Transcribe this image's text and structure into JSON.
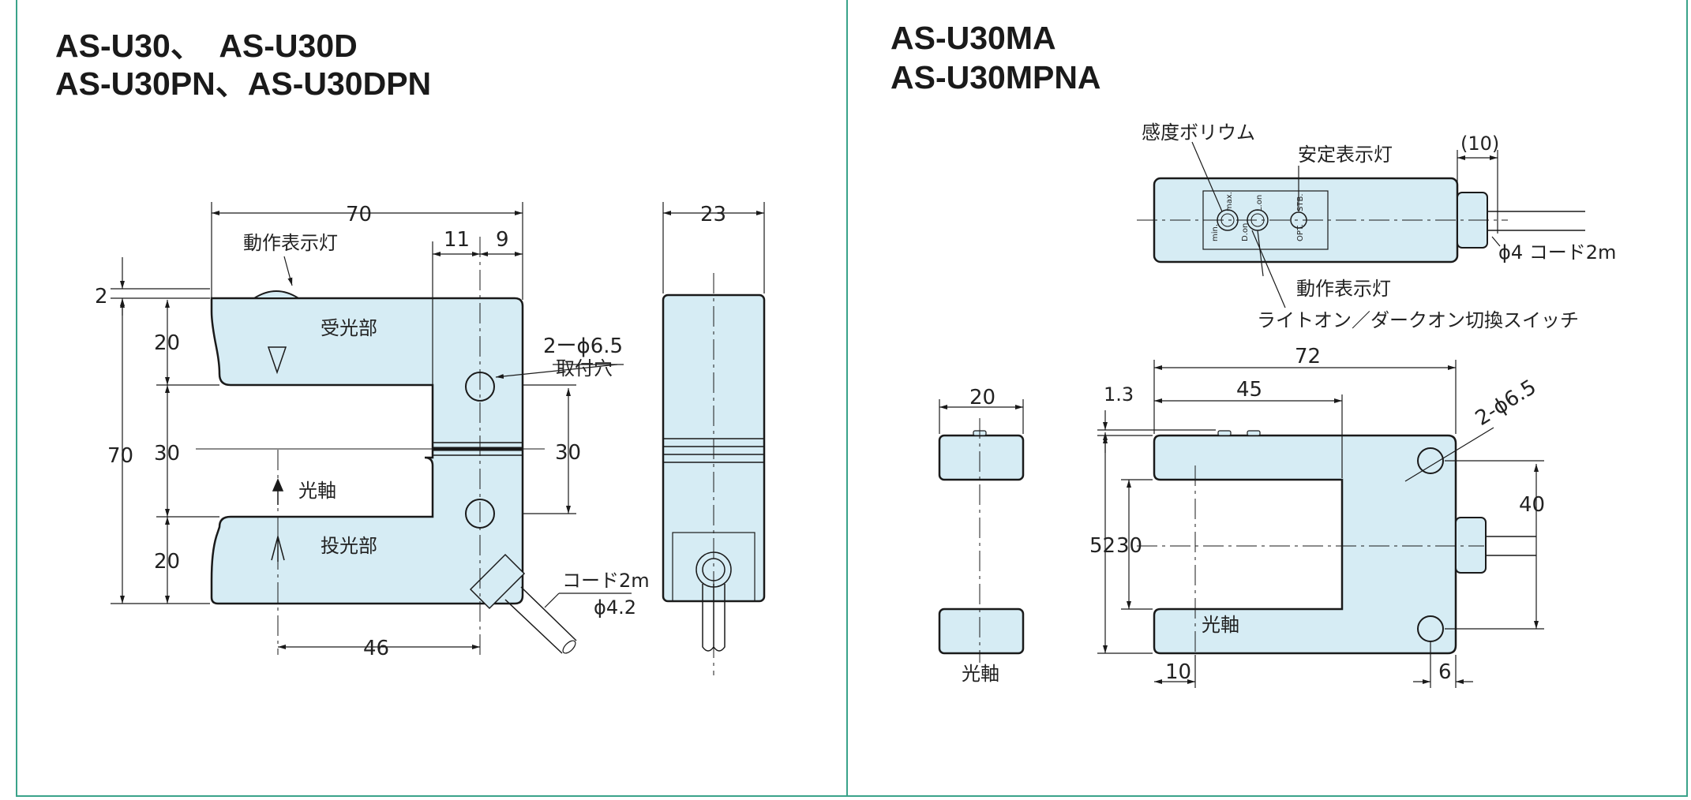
{
  "left_panel": {
    "title_line1": "AS-U30、　AS-U30D",
    "title_line2": "AS-U30PN、AS-U30DPN",
    "dims": {
      "overall_width": "70",
      "d11": "11",
      "d9": "9",
      "d23": "23",
      "d2": "2",
      "d20_top": "20",
      "d30_left": "30",
      "d20_bottom": "20",
      "overall_height": "70",
      "d30_right": "30",
      "d46": "46"
    },
    "labels": {
      "operation_lamp": "動作表示灯",
      "receiver": "受光部",
      "emitter": "投光部",
      "optical_axis": "光軸",
      "mount_holes": "2ーϕ6.5",
      "mount_holes_sub": "取付穴",
      "cord": "コード2m",
      "cord_dia": "ϕ4.2"
    }
  },
  "right_panel": {
    "title_line1": "AS-U30MA",
    "title_line2": "AS-U30MPNA",
    "top_view": {
      "sensitivity_volume": "感度ボリウム",
      "stability_lamp": "安定表示灯",
      "d10": "(10)",
      "cord": "ϕ4 コード2m",
      "operation_lamp": "動作表示灯",
      "switch": "ライトオン／ダークオン切換スイッチ",
      "panel_text": {
        "min": "min.",
        "max": "max.",
        "d_on": "D.on",
        "l_on": "L.on",
        "opt": "OPT.",
        "stb": "STB."
      }
    },
    "front_view": {
      "d72": "72",
      "d45": "45",
      "d1_3": "1.3",
      "mount_holes": "2-ϕ6.5",
      "d40": "40",
      "d52": "52",
      "d30": "30",
      "d10": "10",
      "d6": "6",
      "optical_axis": "光軸"
    },
    "side_view": {
      "d20": "20",
      "optical_axis": "光軸"
    }
  },
  "colors": {
    "body_fill": "#d6ecf4",
    "outline": "#1a1a1a",
    "border": "#3aa38a"
  }
}
